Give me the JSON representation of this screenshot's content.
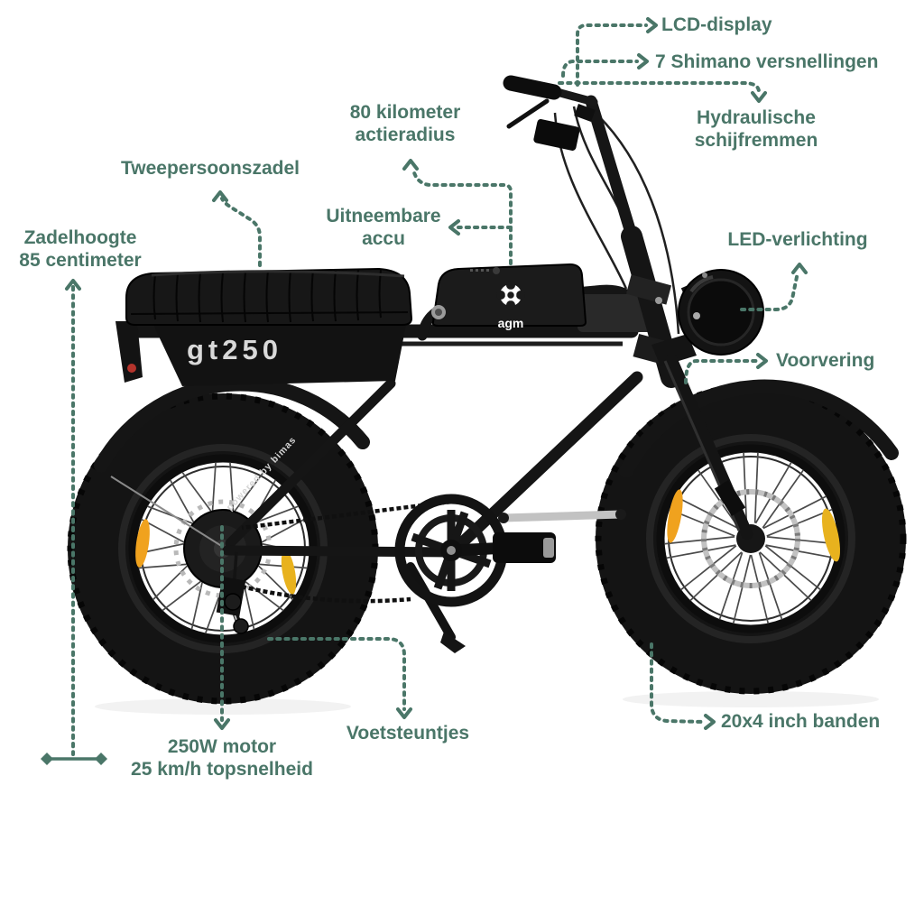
{
  "annotations": {
    "lcd_display": {
      "label": "LCD-display"
    },
    "shimano_gears": {
      "label": "7 Shimano versnellingen"
    },
    "hydraulic_brakes": {
      "line1": "Hydraulische",
      "line2": "schijfremmen"
    },
    "range": {
      "line1": "80 kilometer",
      "line2": "actieradius"
    },
    "two_person_saddle": {
      "label": "Tweepersoonszadel"
    },
    "removable_battery": {
      "line1": "Uitneembare",
      "line2": "accu"
    },
    "saddle_height": {
      "line1": "Zadelhoogte",
      "line2": "85 centimeter"
    },
    "led_light": {
      "label": "LED-verlichting"
    },
    "front_suspension": {
      "label": "Voorvering"
    },
    "fat_tires": {
      "label": "20x4 inch banden"
    },
    "footrests": {
      "label": "Voetsteuntjes"
    },
    "motor": {
      "line1": "250W motor",
      "line2": "25 km/h topsnelheid"
    }
  },
  "bike": {
    "frame_logo": "gt250",
    "battery_brand": "agm",
    "stay_text": "powered by bimas"
  },
  "colors": {
    "annotation_green": "#4a7668",
    "reflector_orange": "#f0a21e",
    "bike_black": "#151515",
    "logo_gray": "#d9d9d9"
  }
}
